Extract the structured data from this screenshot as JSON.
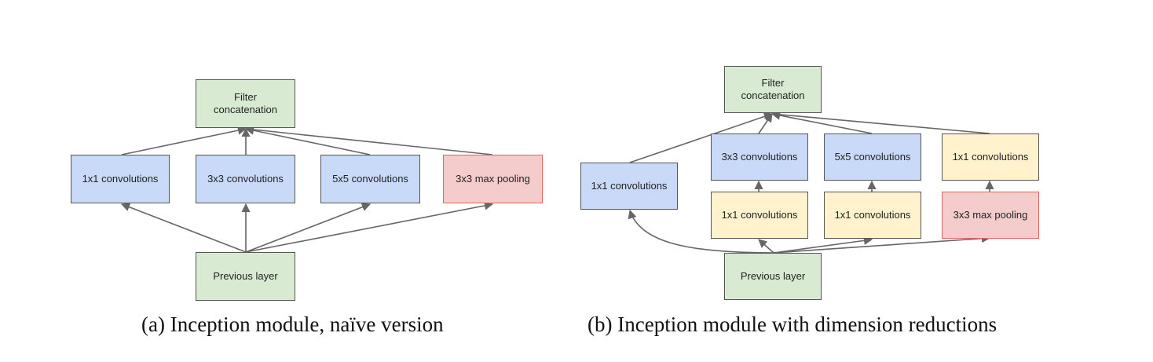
{
  "panels": {
    "a": {
      "caption_label": "(a)",
      "caption_text": "Inception module, naïve version",
      "nodes": {
        "filter_concat": "Filter\nconcatenation",
        "conv1": "1x1 convolutions",
        "conv3": "3x3 convolutions",
        "conv5": "5x5 convolutions",
        "pool": "3x3 max pooling",
        "prev": "Previous layer"
      }
    },
    "b": {
      "caption_label": "(b)",
      "caption_text": "Inception module with dimension reductions",
      "nodes": {
        "filter_concat": "Filter\nconcatenation",
        "conv1": "1x1 convolutions",
        "conv3": "3x3 convolutions",
        "conv5": "5x5 convolutions",
        "pool_proj": "1x1 convolutions",
        "reduce3": "1x1 convolutions",
        "reduce5": "1x1 convolutions",
        "pool": "3x3 max pooling",
        "prev": "Previous layer"
      }
    }
  },
  "colors": {
    "green": "#d9ead3",
    "blue": "#c9daf8",
    "yellow": "#fff2cc",
    "red": "#f4cccc",
    "edge": "#666666"
  }
}
